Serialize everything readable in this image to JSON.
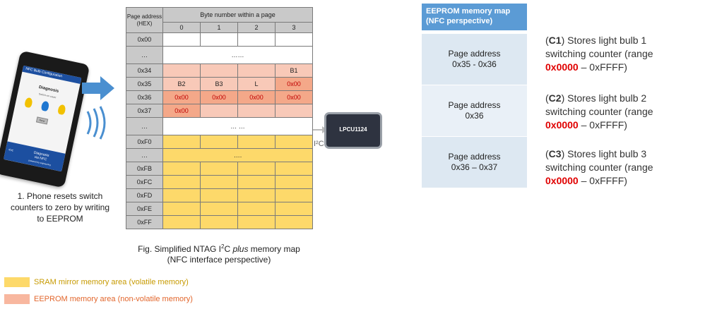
{
  "phone": {
    "app_bar": "NFC Bulb Configuration",
    "title": "Diagnosis",
    "subtitle": "Switch-on count",
    "reset_label": "Reset",
    "nfc_chevron": "<<",
    "nfc_line1": "Diagnosis",
    "nfc_line2": "via NFC",
    "nfc_line3": "powered by engineering",
    "bulb_colors": [
      "#f2c100",
      "#1f77d0",
      "#f2c100"
    ]
  },
  "phone_caption": "1. Phone resets switch counters to zero by writing to EEPROM",
  "table": {
    "page_addr_header": "Page address (HEX)",
    "byte_header": "Byte number within a page",
    "byte_cols": [
      "0",
      "1",
      "2",
      "3"
    ],
    "rows": [
      {
        "addr": "0x00",
        "type": "w",
        "cells": [
          "",
          "",
          "",
          ""
        ]
      },
      {
        "addr": "…",
        "type": "w",
        "span": "……",
        "tall": true
      },
      {
        "addr": "0x34",
        "type": "ep",
        "cells": [
          "",
          "",
          "",
          "B1"
        ]
      },
      {
        "addr": "0x35",
        "type": "ep",
        "cells": [
          "B2",
          "B3",
          "L",
          "0x00"
        ],
        "dark": [
          3
        ],
        "red": [
          3
        ]
      },
      {
        "addr": "0x36",
        "type": "ed",
        "cells": [
          "0x00",
          "0x00",
          "0x00",
          "0x00"
        ],
        "red": [
          0,
          1,
          2,
          3
        ]
      },
      {
        "addr": "0x37",
        "type": "ep",
        "cells": [
          "0x00",
          "",
          "",
          ""
        ],
        "dark": [
          0
        ],
        "red": [
          0
        ]
      },
      {
        "addr": "…",
        "type": "w",
        "span": "…  …",
        "tall": true
      },
      {
        "addr": "0xF0",
        "type": "sr",
        "cells": [
          "",
          "",
          "",
          ""
        ]
      },
      {
        "addr": "…",
        "type": "sr",
        "span": "…."
      },
      {
        "addr": "0xFB",
        "type": "sr",
        "cells": [
          "",
          "",
          "",
          ""
        ]
      },
      {
        "addr": "0xFC",
        "type": "sr",
        "cells": [
          "",
          "",
          "",
          ""
        ]
      },
      {
        "addr": "0xFD",
        "type": "sr",
        "cells": [
          "",
          "",
          "",
          ""
        ]
      },
      {
        "addr": "0xFE",
        "type": "sr",
        "cells": [
          "",
          "",
          "",
          ""
        ]
      },
      {
        "addr": "0xFF",
        "type": "sr",
        "cells": [
          "",
          "",
          "",
          ""
        ]
      }
    ]
  },
  "chip_label": "LPCU1124",
  "i2c_label": "I²C",
  "fig_caption_pre": "Fig. Simplified NTAG I",
  "fig_caption_sup": "2",
  "fig_caption_mid": "C ",
  "fig_caption_em": "plus",
  "fig_caption_post": " memory map",
  "fig_caption_line2": "(NFC interface perspective)",
  "legend": [
    {
      "text": "SRAM mirror memory area (volatile memory)",
      "swatch": "#fdd96a",
      "color": "#c79a00"
    },
    {
      "text": "EEPROM memory area (non-volatile memory)",
      "swatch": "#f8b79f",
      "color": "#e2662c"
    }
  ],
  "eeprom_map": {
    "header": "EEPROM memory map (NFC perspective)",
    "rows": [
      {
        "line1": "Page address",
        "line2": "0x35 - 0x36"
      },
      {
        "line1": "Page address",
        "line2": "0x36"
      },
      {
        "line1": "Page address",
        "line2": "0x36 – 0x37"
      }
    ]
  },
  "descriptions": [
    {
      "id": "C1",
      "text": ") Stores light bulb 1 switching counter (range ",
      "start": "0x0000",
      "end": " – 0xFFFF)"
    },
    {
      "id": "C2",
      "text": ") Stores light bulb 2 switching counter (range ",
      "start": "0x0000",
      "end": " – 0xFFFF)"
    },
    {
      "id": "C3",
      "text": ") Stores light bulb 3 switching counter (range ",
      "start": "0x0000",
      "end": " – 0xFFFF)"
    }
  ]
}
